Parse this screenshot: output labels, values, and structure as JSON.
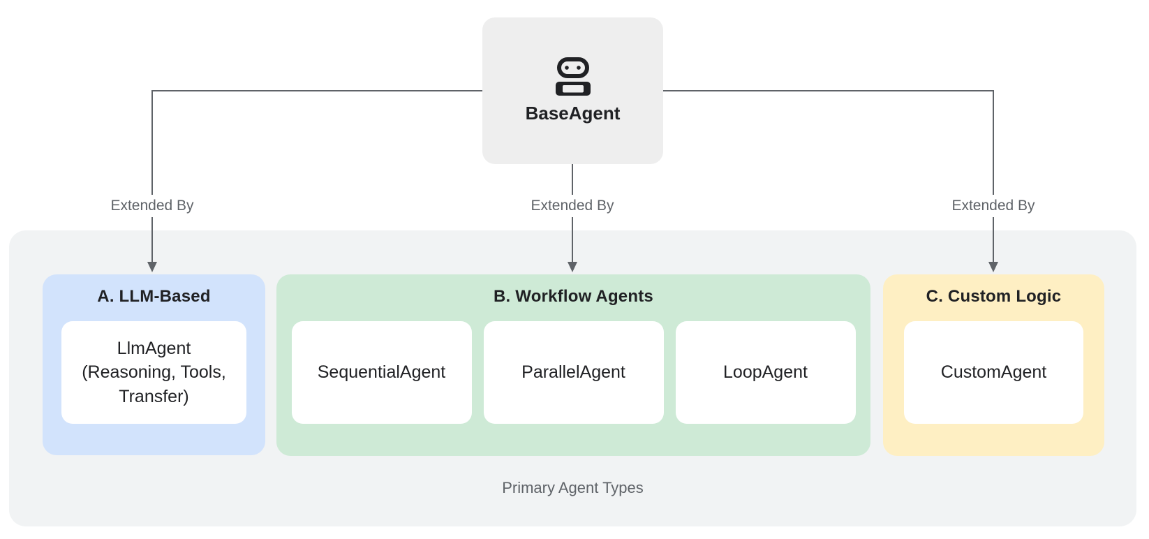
{
  "diagram": {
    "root": {
      "label": "BaseAgent",
      "icon": "robot-icon"
    },
    "edges": [
      {
        "label": "Extended By"
      },
      {
        "label": "Extended By"
      },
      {
        "label": "Extended By"
      }
    ],
    "panel": {
      "caption": "Primary Agent Types"
    },
    "groups": [
      {
        "title": "A. LLM-Based",
        "color": "#d2e3fc",
        "cards": [
          "LlmAgent\n(Reasoning, Tools,\nTransfer)"
        ]
      },
      {
        "title": "B. Workflow Agents",
        "color": "#ceead6",
        "cards": [
          "SequentialAgent",
          "ParallelAgent",
          "LoopAgent"
        ]
      },
      {
        "title": "C. Custom Logic",
        "color": "#feefc3",
        "cards": [
          "CustomAgent"
        ]
      }
    ],
    "colors": {
      "root_bg": "#eeeeee",
      "panel_bg": "#f1f3f4",
      "group_a_bg": "#d2e3fc",
      "group_b_bg": "#ceead6",
      "group_c_bg": "#feefc3",
      "card_bg": "#ffffff",
      "line": "#5f6368",
      "text_dark": "#202124",
      "text_gray": "#5f6368"
    }
  }
}
